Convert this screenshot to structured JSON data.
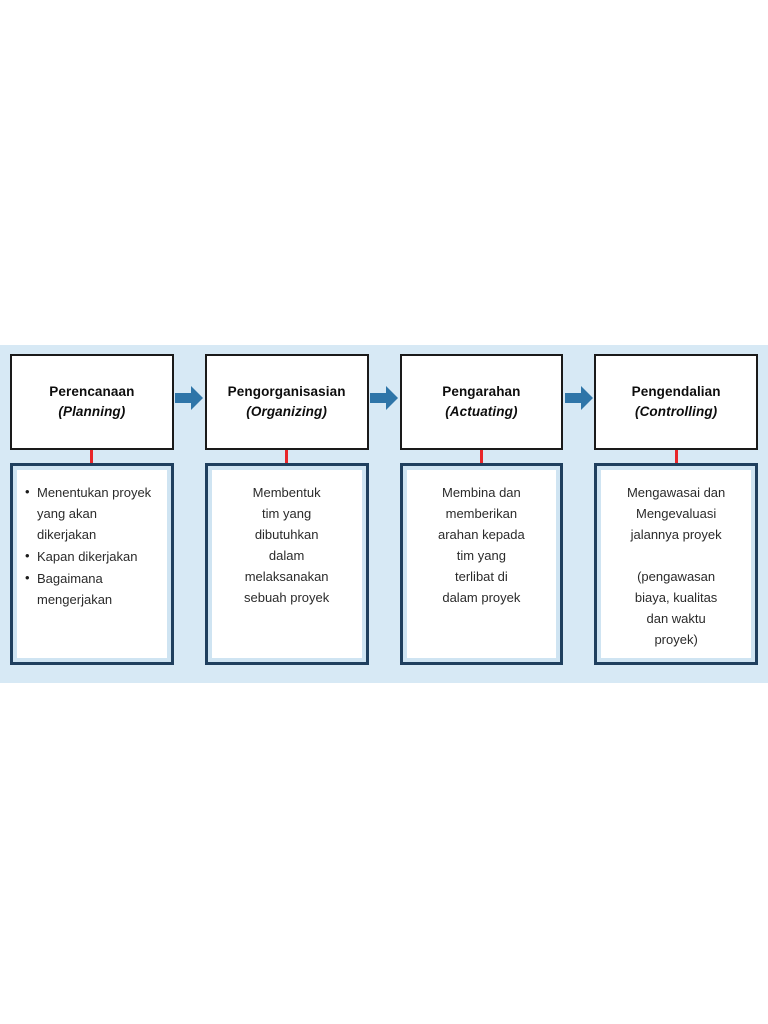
{
  "diagram": {
    "type": "process-flow",
    "orientation": "horizontal",
    "colors": {
      "band_background": "#d7e9f5",
      "arrow": "#2e75a8",
      "connector": "#e8262a",
      "phase_box_border": "#1a1a1a",
      "detail_box_border": "#1f3f5e",
      "page_background": "#ffffff"
    },
    "arrow_icon_name": "right-arrow-icon",
    "connector_icon_name": "red-connector-line",
    "stages": [
      {
        "title": "Perencanaan",
        "subtitle": "(Planning)",
        "detail_style": "bullets",
        "detail_items": [
          "Menentukan proyek yang akan dikerjakan",
          "Kapan dikerjakan",
          "Bagaimana mengerjakan"
        ],
        "detail_text": ""
      },
      {
        "title": "Pengorganisasian",
        "subtitle": "(Organizing)",
        "detail_style": "centered",
        "detail_items": [],
        "detail_text": "Membentuk\ntim yang\ndibutuhkan\ndalam\nmelaksanakan\nsebuah proyek"
      },
      {
        "title": "Pengarahan",
        "subtitle": "(Actuating)",
        "detail_style": "centered",
        "detail_items": [],
        "detail_text": "Membina dan\nmemberikan\narahan kepada\ntim yang\nterlibat di\ndalam proyek"
      },
      {
        "title": "Pengendalian",
        "subtitle": "(Controlling)",
        "detail_style": "centered",
        "detail_items": [],
        "detail_text": "Mengawasai dan\nMengevaluasi\njalannya proyek\n\n(pengawasan\nbiaya, kualitas\ndan waktu\nproyek)"
      }
    ]
  }
}
